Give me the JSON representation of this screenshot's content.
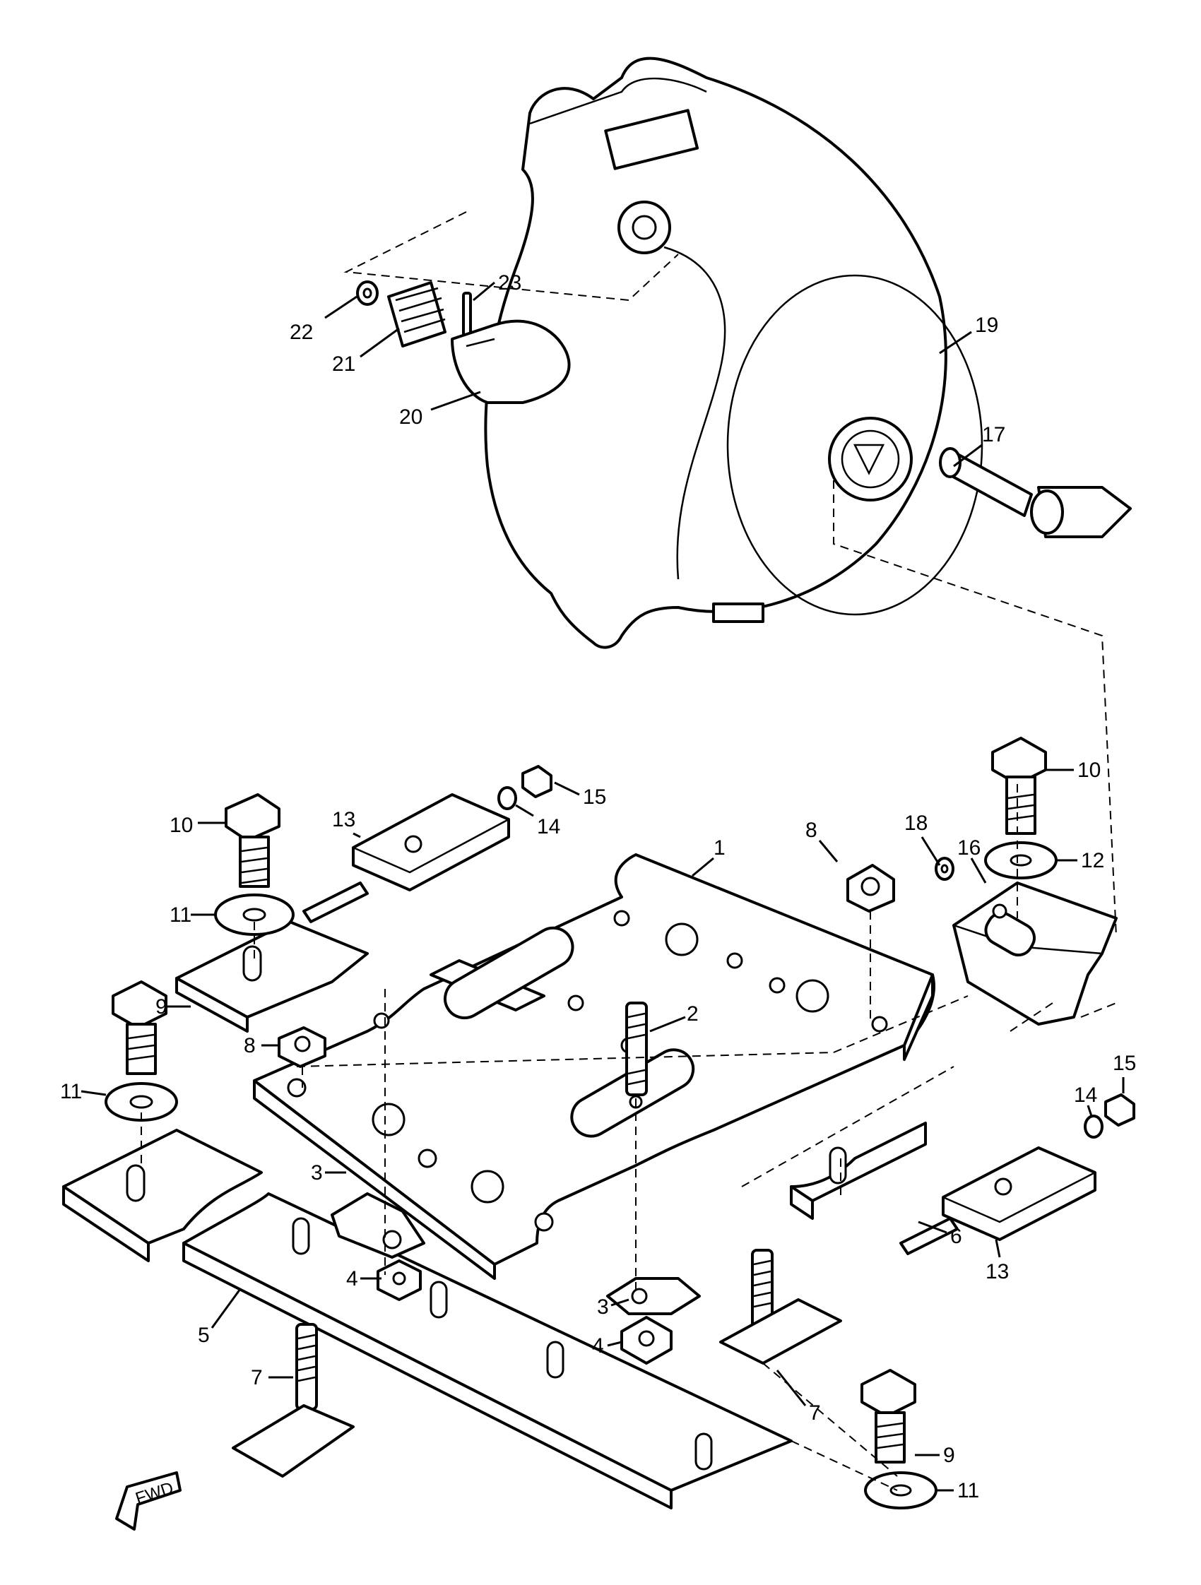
{
  "diagram": {
    "callouts": {
      "c1": "1",
      "c2": "2",
      "c3a": "3",
      "c3b": "3",
      "c4a": "4",
      "c4b": "4",
      "c5": "5",
      "c6": "6",
      "c7a": "7",
      "c7b": "7",
      "c8a": "8",
      "c8b": "8",
      "c9a": "9",
      "c9b": "9",
      "c10a": "10",
      "c10b": "10",
      "c11a": "11",
      "c11b": "11",
      "c11c": "11",
      "c12": "12",
      "c13a": "13",
      "c13b": "13",
      "c14a": "14",
      "c14b": "14",
      "c15a": "15",
      "c15b": "15",
      "c16": "16",
      "c17": "17",
      "c18": "18",
      "c19": "19",
      "c20": "20",
      "c21": "21",
      "c22": "22",
      "c23": "23"
    },
    "fwd_label": "FWD"
  }
}
